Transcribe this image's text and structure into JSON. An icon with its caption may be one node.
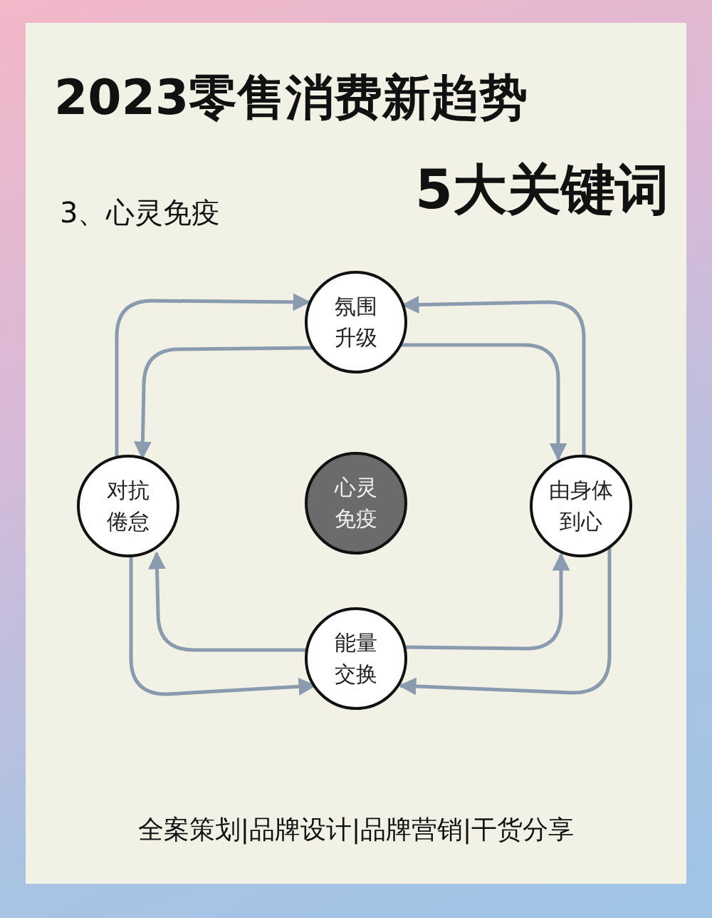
{
  "diagram": {
    "title": "2023零售消费新趋势",
    "nodes": [
      {
        "text": [
          "氛围升级"
        ]
      },
      {
        "text": [
          "对抗倦怠"
        ]
      },
      {
        "text": [
          "心灵免疫"
        ]
      },
      {
        "text": [
          "由身体到心"
        ]
      },
      {
        "text": [
          "能量交换"
        ]
      }
    ],
    "edges": [
      {
        "from": 1,
        "to": 0,
        "arrow": "to"
      },
      {
        "from": 0,
        "to": 1,
        "arrow": "to"
      },
      {
        "from": 0,
        "to": 3,
        "arrow": "to"
      },
      {
        "from": 3,
        "to": 0,
        "arrow": "to"
      },
      {
        "from": 3,
        "to": 4,
        "arrow": "to"
      },
      {
        "from": 4,
        "to": 3,
        "arrow": "to"
      },
      {
        "from": 4,
        "to": 1,
        "arrow": "to"
      },
      {
        "from": 1,
        "to": 4,
        "arrow": "to"
      }
    ],
    "labels": [
      "5大关键词",
      "3、心灵免疫",
      "全案策划|品牌设计|品牌营销|干货分享"
    ]
  }
}
